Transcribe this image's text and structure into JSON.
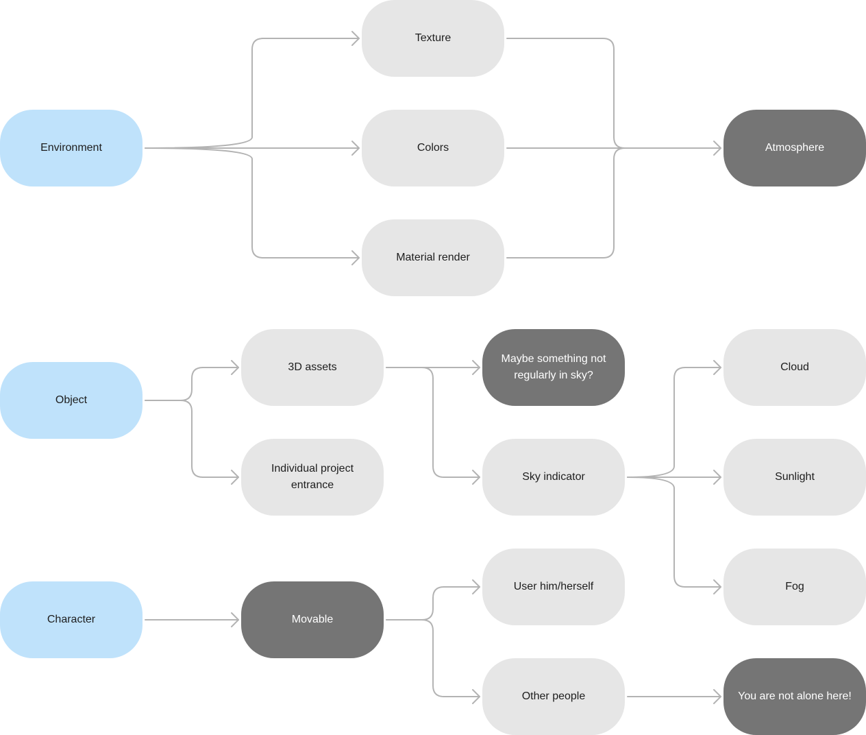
{
  "nodes": {
    "environment": "Environment",
    "texture": "Texture",
    "colors": "Colors",
    "material_render": "Material render",
    "atmosphere": "Atmosphere",
    "object": "Object",
    "assets_3d": "3D assets",
    "individual_project_entrance": "Individual project entrance",
    "maybe_something": "Maybe something not regularly in sky?",
    "sky_indicator": "Sky indicator",
    "cloud": "Cloud",
    "sunlight": "Sunlight",
    "fog": "Fog",
    "character": "Character",
    "movable": "Movable",
    "user_self": "User him/herself",
    "other_people": "Other people",
    "not_alone": "You are not alone here!"
  },
  "colors": {
    "source_fill": "#bfe2fb",
    "step_fill": "#e6e6e6",
    "result_fill": "#757575",
    "connector": "#b3b3b3"
  }
}
